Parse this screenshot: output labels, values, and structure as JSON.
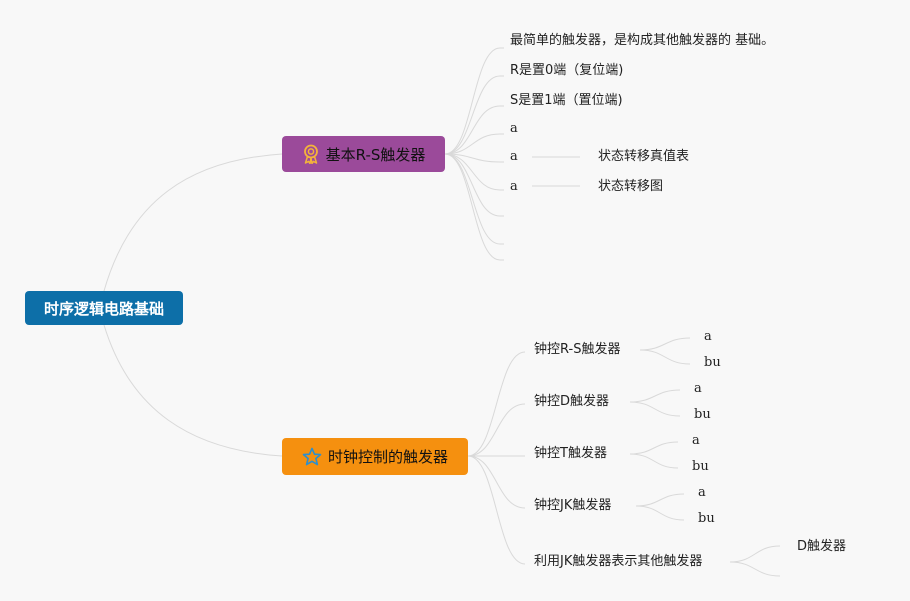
{
  "root": {
    "label": "时序逻辑电路基础"
  },
  "branches": [
    {
      "label": "基本R-S触发器",
      "icon": "ribbon-award-icon",
      "color": "#9b4a9a",
      "children": [
        {
          "label": "最简单的触发器，是构成其他触发器的 基础。"
        },
        {
          "label": "R是置0端（复位端)"
        },
        {
          "label": "S是置1端（置位端)"
        },
        {
          "label": "a"
        },
        {
          "label": "a",
          "note": "状态转移真值表"
        },
        {
          "label": "a",
          "note": "状态转移图"
        },
        {
          "label": ""
        },
        {
          "label": ""
        },
        {
          "label": ""
        }
      ]
    },
    {
      "label": "时钟控制的触发器",
      "icon": "star-icon",
      "color": "#f5900f",
      "children": [
        {
          "label": "钟控R-S触发器",
          "subs": [
            "a",
            "bu"
          ]
        },
        {
          "label": "钟控D触发器",
          "subs": [
            "a",
            "bu"
          ]
        },
        {
          "label": "钟控T触发器",
          "subs": [
            "a",
            "bu"
          ]
        },
        {
          "label": "钟控JK触发器",
          "subs": [
            "a",
            "bu"
          ]
        },
        {
          "label": "利用JK触发器表示其他触发器",
          "subs": [
            "D触发器",
            ""
          ]
        }
      ]
    }
  ],
  "colors": {
    "line": "#d9d9d9",
    "background": "#f8f8f8",
    "root": "#0d6fa8"
  }
}
